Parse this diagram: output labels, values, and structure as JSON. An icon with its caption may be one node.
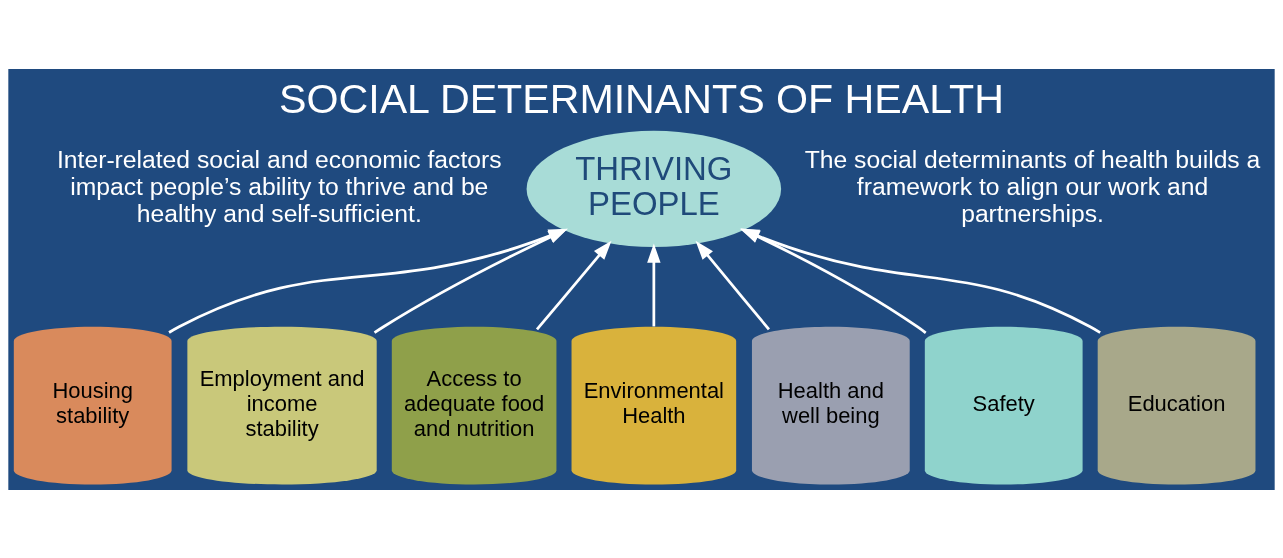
{
  "diagram": {
    "title": "SOCIAL DETERMINANTS OF HEALTH",
    "nodes": [
      {
        "text": [
          "THRIVING PEOPLE"
        ]
      },
      {
        "text": [
          "Housing stability"
        ]
      },
      {
        "text": [
          "Employment and income stability"
        ]
      },
      {
        "text": [
          "Access to adequate food and nutrition"
        ]
      },
      {
        "text": [
          "Environmental Health"
        ]
      },
      {
        "text": [
          "Health and well being"
        ]
      },
      {
        "text": [
          "Safety"
        ]
      },
      {
        "text": [
          "Education"
        ]
      }
    ],
    "edges": [
      {
        "from": 1,
        "to": 0,
        "arrow": "to"
      },
      {
        "from": 2,
        "to": 0,
        "arrow": "to"
      },
      {
        "from": 3,
        "to": 0,
        "arrow": "to"
      },
      {
        "from": 4,
        "to": 0,
        "arrow": "to"
      },
      {
        "from": 5,
        "to": 0,
        "arrow": "to"
      },
      {
        "from": 6,
        "to": 0,
        "arrow": "to"
      },
      {
        "from": 7,
        "to": 0,
        "arrow": "to"
      }
    ],
    "labels": [
      "Inter-related social and economic factors impact people’s ability to thrive and be healthy and self-sufficient.",
      "The social determinants of health builds a framework to align our work and partnerships."
    ]
  }
}
